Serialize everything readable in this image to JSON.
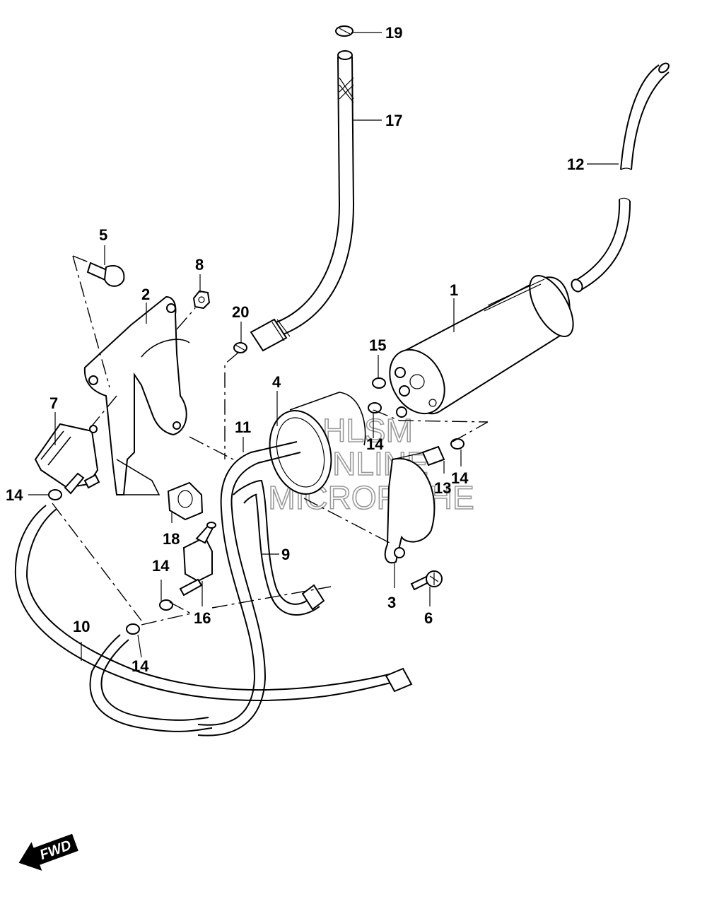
{
  "callouts": {
    "c1": "1",
    "c2": "2",
    "c3": "3",
    "c4": "4",
    "c5": "5",
    "c6": "6",
    "c7": "7",
    "c8": "8",
    "c9": "9",
    "c10": "10",
    "c11": "11",
    "c12": "12",
    "c13": "13",
    "c14a": "14",
    "c14b": "14",
    "c14c": "14",
    "c14d": "14",
    "c14e": "14",
    "c15": "15",
    "c16": "16",
    "c17": "17",
    "c18": "18",
    "c19": "19",
    "c20": "20"
  },
  "watermark": {
    "line1": "HLSM",
    "line2": "ONLINE",
    "line3": "MICROFICHE"
  },
  "direction": {
    "label": "FWD"
  }
}
